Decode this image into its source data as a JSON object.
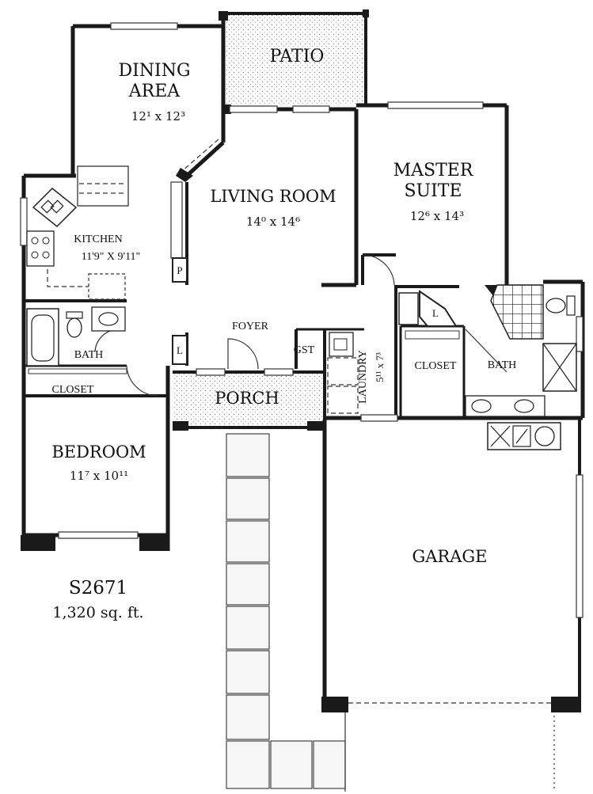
{
  "plan": {
    "model": "S2671",
    "area": "1,320 sq. ft."
  },
  "rooms": {
    "dining": {
      "name_line1": "DINING",
      "name_line2": "AREA",
      "dims": "12¹ x 12³"
    },
    "patio": {
      "name": "PATIO"
    },
    "living": {
      "name": "LIVING ROOM",
      "dims": "14⁰ x 14⁶"
    },
    "master": {
      "name_line1": "MASTER",
      "name_line2": "SUITE",
      "dims": "12⁶ x 14³"
    },
    "kitchen": {
      "name": "KITCHEN",
      "dims": "11'9\" X 9'11\""
    },
    "bath1": {
      "name": "BATH"
    },
    "closet1": {
      "name": "CLOSET"
    },
    "bedroom": {
      "name": "BEDROOM",
      "dims": "11⁷ x 10¹¹"
    },
    "foyer": {
      "name": "FOYER"
    },
    "gst": {
      "name": "GST"
    },
    "laundry": {
      "name": "LAUNDRY",
      "dims": "5¹¹ x 7³"
    },
    "closet2": {
      "name": "CLOSET"
    },
    "bath2": {
      "name": "BATH"
    },
    "porch": {
      "name": "PORCH"
    },
    "garage": {
      "name": "GARAGE"
    },
    "pantry": {
      "name": "P"
    },
    "linen1": {
      "name": "L"
    },
    "linen2": {
      "name": "L"
    }
  }
}
